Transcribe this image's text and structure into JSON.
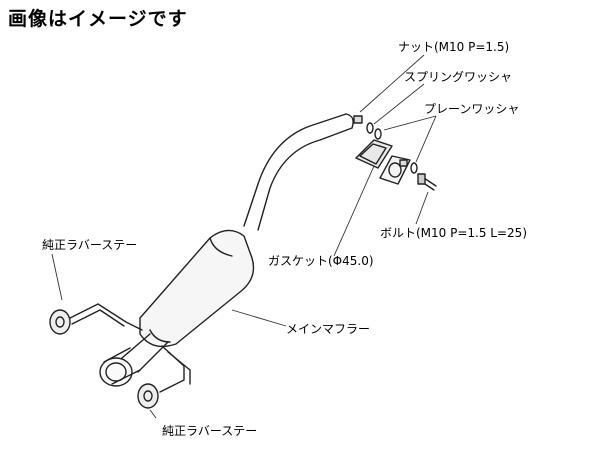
{
  "title": "画像はイメージです",
  "labels": {
    "nut": "ナット(M10 P=1.5)",
    "spring_washer": "スプリングワッシャ",
    "plain_washer": "プレーンワッシャ",
    "bolt": "ボルト(M10 P=1.5 L=25)",
    "gasket": "ガスケット(Φ45.0)",
    "main_muffler": "メインマフラー",
    "rubber_stay_top": "純正ラバーステー",
    "rubber_stay_bottom": "純正ラバーステー"
  }
}
